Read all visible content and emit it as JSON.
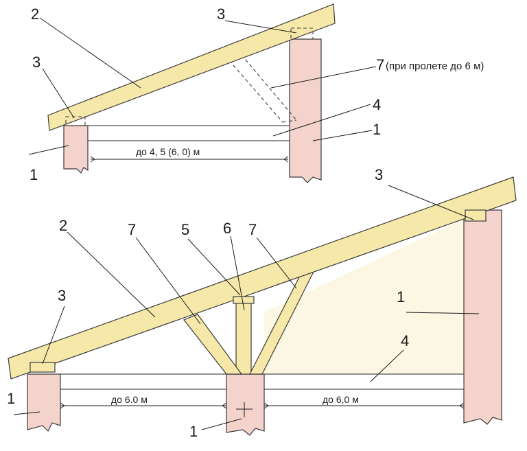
{
  "top": {
    "labels": {
      "n2": "2",
      "n3_right": "3",
      "n3_left": "3",
      "n7": "7",
      "n7_note": "(при пролете до 6 м)",
      "n4": "4",
      "n1_right": "1",
      "n1_left": "1"
    },
    "dimension": "до 4, 5 (6, 0) м"
  },
  "bottom": {
    "labels": {
      "n3_right": "3",
      "n2": "2",
      "n7_left": "7",
      "n5": "5",
      "n6": "6",
      "n7_right": "7",
      "n3_left": "3",
      "n1_wall": "1",
      "n4": "4",
      "n1_left": "1",
      "n1_middle": "1"
    },
    "dimension_left": "до 6.0 м",
    "dimension_right": "до 6,0 м"
  },
  "colors": {
    "wall": "#f3d3cc",
    "timber": "#f6e8a9",
    "fill_area": "#fbf7e3"
  }
}
